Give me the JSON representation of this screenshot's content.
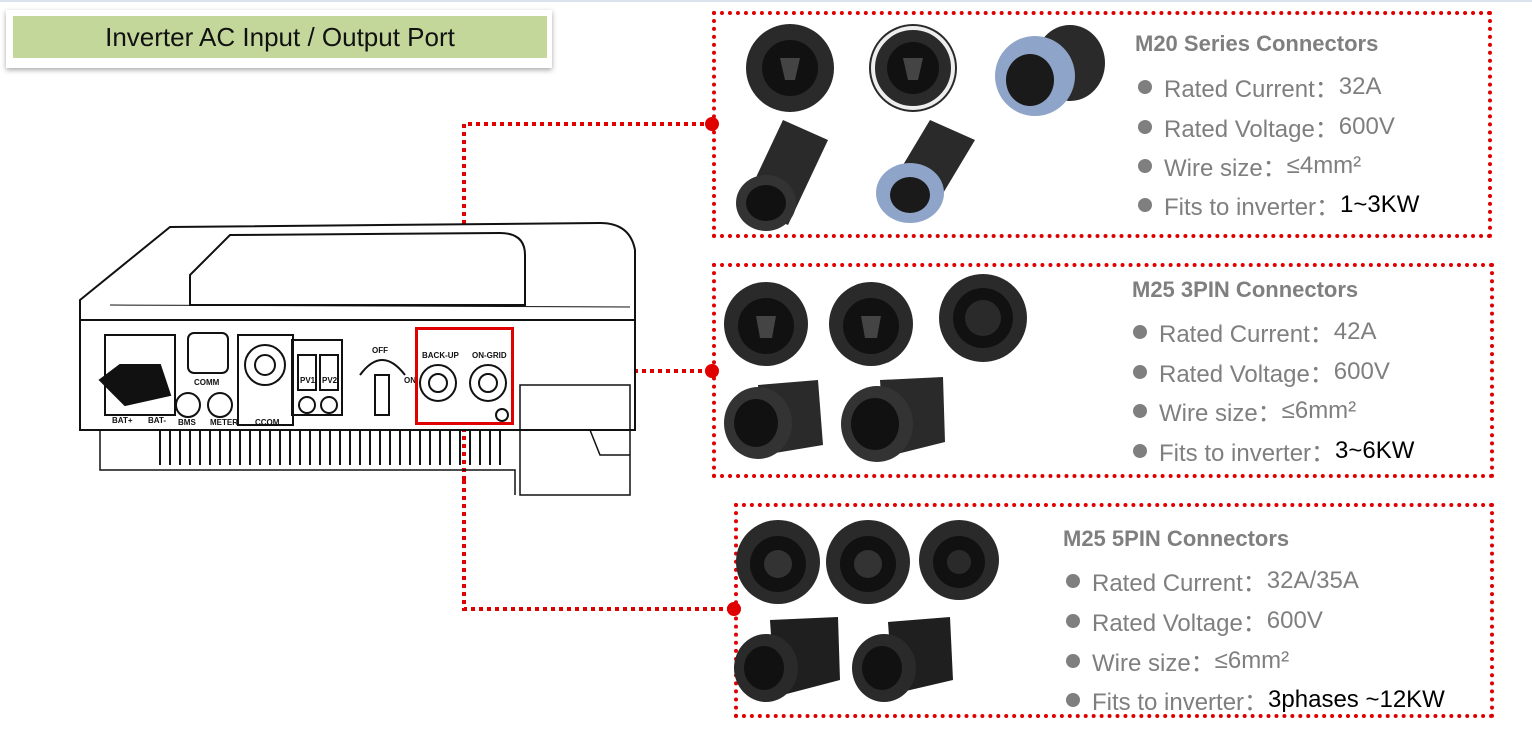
{
  "title": "Inverter AC Input / Output Port",
  "inverter": {
    "labels": {
      "backup": "BACK-UP",
      "ongrid": "ON-GRID",
      "bat_plus": "BAT+",
      "bat_minus": "BAT-",
      "comm": "COMM",
      "bms": "BMS",
      "meter": "METER",
      "pv1": "PV1",
      "pv2": "PV2",
      "off": "OFF",
      "on": "ON",
      "ccom": "CCOM"
    }
  },
  "panels": [
    {
      "title": "M20 Series Connectors",
      "specs": [
        {
          "label": "Rated Current：",
          "value": "32A"
        },
        {
          "label": "Rated Voltage：",
          "value": "600V"
        },
        {
          "label": "Wire size：",
          "value": "≤4mm²"
        },
        {
          "label": "Fits to inverter：",
          "value": "1~3KW"
        }
      ]
    },
    {
      "title": "M25 3PIN Connectors",
      "specs": [
        {
          "label": "Rated Current：",
          "value": "42A"
        },
        {
          "label": "Rated Voltage：",
          "value": "600V"
        },
        {
          "label": "Wire size：",
          "value": "≤6mm²"
        },
        {
          "label": "Fits to inverter：",
          "value": "3~6KW"
        }
      ]
    },
    {
      "title": "M25 5PIN Connectors",
      "specs": [
        {
          "label": "Rated Current：",
          "value": "32A/35A"
        },
        {
          "label": "Rated Voltage：",
          "value": "600V"
        },
        {
          "label": "Wire size：",
          "value": "≤6mm²"
        },
        {
          "label": "Fits to inverter：",
          "value": "3phases ~12KW"
        }
      ]
    }
  ],
  "colors": {
    "accent_red": "#e00000",
    "title_bg": "#c4d79b",
    "spec_text": "#7f7f7f",
    "connector_dark": "#2a2a2a",
    "connector_blue": "#8fa4c9"
  },
  "icons": [
    "connector-icon",
    "bullet-icon"
  ]
}
